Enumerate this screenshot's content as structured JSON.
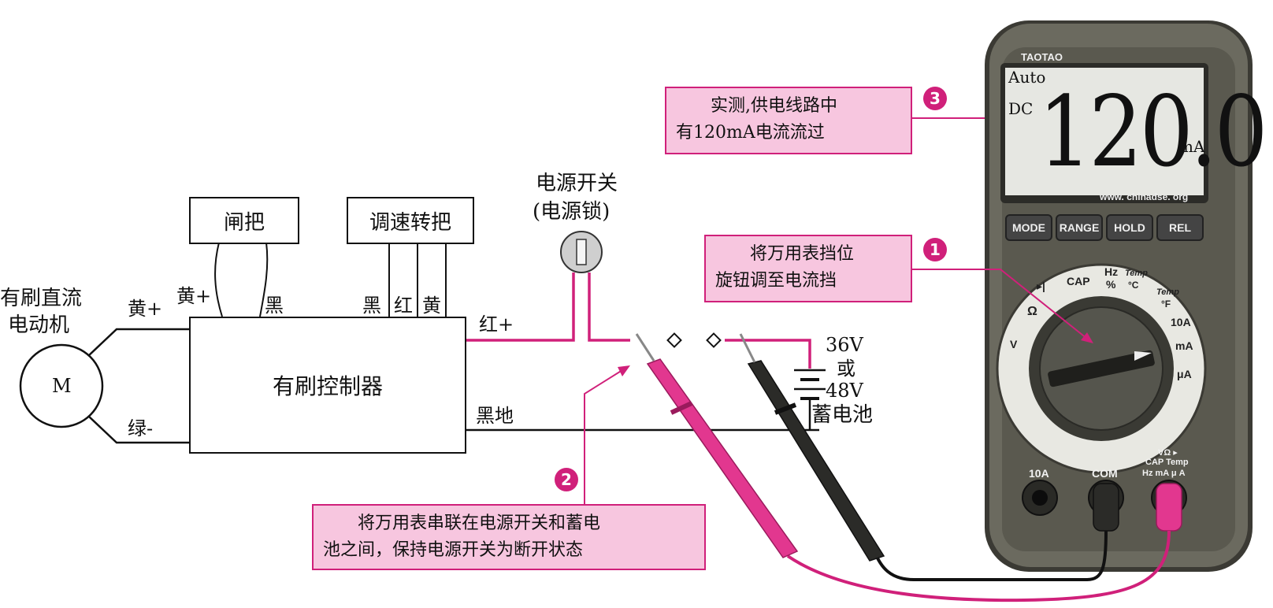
{
  "motor": {
    "label_line1": "有刷直流",
    "label_line2": "电动机",
    "symbol": "M"
  },
  "wires": {
    "yellow_plus_motor": "黄+",
    "green_minus": "绿-",
    "brake_yellow_plus": "黄+",
    "brake_black": "黑",
    "throttle_black": "黑",
    "throttle_red": "红",
    "throttle_yellow": "黄",
    "red_plus": "红+",
    "black_ground": "黑地"
  },
  "components": {
    "brake": "闸把",
    "throttle": "调速转把",
    "controller": "有刷控制器",
    "switch_line1": "电源开关",
    "switch_line2": "(电源锁)",
    "battery_v1": "36V",
    "battery_or": "或",
    "battery_v2": "48V",
    "battery_name": "蓄电池"
  },
  "callouts": {
    "c1": {
      "badge": "1",
      "line1": "将万用表挡位",
      "line2": "旋钮调至电流挡"
    },
    "c2": {
      "badge": "2",
      "line1": "将万用表串联在电源开关和蓄电",
      "line2": "池之间，保持电源开关为断开状态"
    },
    "c3": {
      "badge": "3",
      "line1": "实测,供电线路中",
      "line2": "有120mA电流流过"
    }
  },
  "meter": {
    "brand": "TAOTAO",
    "mode_auto": "Auto",
    "mode_dc": "DC",
    "reading": "120.0",
    "unit": "mA",
    "website": "www. chinadse. org",
    "buttons": [
      "MODE",
      "RANGE",
      "HOLD",
      "REL"
    ],
    "dial": {
      "diode": "▸|",
      "cap": "CAP",
      "hz": "Hz",
      "percent": "%",
      "temp_c_word": "Temp",
      "temp_c": "°C",
      "temp_f_word": "Temp",
      "temp_f": "°F",
      "ohm": "Ω",
      "ten_a": "10A",
      "ma": "mA",
      "ua": "μA",
      "v": "V"
    },
    "jacks": {
      "ten_a": "10A",
      "com": "COM",
      "v_line1": "VΩ ▸",
      "v_line2": "CAP Temp",
      "v_line3": "Hz mA μ A"
    }
  },
  "colors": {
    "accent": "#d0207a",
    "callout_bg": "#f7c6df",
    "meter_body": "#6b6a5f",
    "lcd_bg": "#e6e7e2",
    "probe_red": "#e2378f",
    "probe_black": "#2b2b28"
  }
}
